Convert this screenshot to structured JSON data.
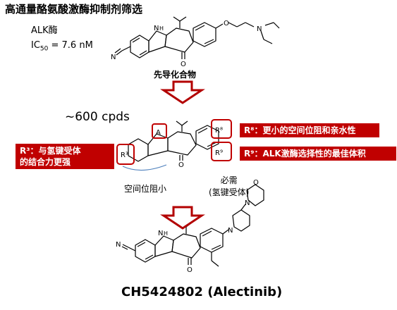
{
  "title": "高通量酪氨酸激酶抑制剂筛选",
  "alk_label": "ALK酶",
  "ic50_prefix": "IC",
  "ic50_sub": "50",
  "ic50_value": " = 7.6 nM",
  "lead_label": "先导化合物",
  "library_size": "~600 cpds",
  "r3_box": "R³：与氢键受体\n的结合力更强",
  "r8_box": "R⁸：更小的空间位阻和亲水性",
  "r9_box": "R⁹：ALK激酶选择性的最佳体积",
  "steric_note": "空间位阻小",
  "required_note": "必需\n(氢键受体)",
  "atom_labels": {
    "nh_top": "N",
    "h_top": "H",
    "ketone_o_top": "O",
    "nitrile_n_top": "N",
    "ether_o": "O",
    "amine_n": "N",
    "a_ring": "A",
    "r3": "R³",
    "r8": "R⁸",
    "r9": "R⁹",
    "ketone_o_mid": "O",
    "nh_bottom": "N",
    "h_bottom": "H",
    "ketone_o_bottom": "O",
    "nitrile_n_bottom": "N",
    "piperidine_n": "N",
    "morpholine_n": "N",
    "morpholine_o": "O"
  },
  "final_name": "CH5424802 (Alectinib)",
  "colors": {
    "accent_red": "#c00000",
    "arrow_red": "#b30000",
    "steric_arc": "#4f81bd"
  }
}
